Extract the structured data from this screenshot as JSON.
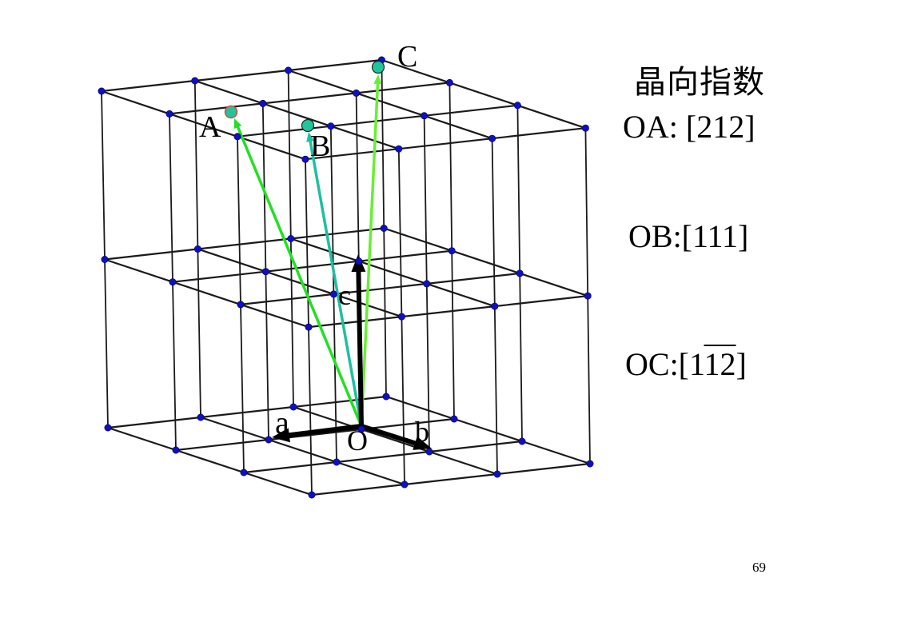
{
  "slide": {
    "title": "晶向指数",
    "page_number": "69"
  },
  "directions": [
    {
      "name": "OA",
      "prefix": "OA: [",
      "digits": [
        {
          "d": "2",
          "bar": false
        },
        {
          "d": "1",
          "bar": false
        },
        {
          "d": "2",
          "bar": false
        }
      ],
      "suffix": "]"
    },
    {
      "name": "OB",
      "prefix": "OB:[",
      "digits": [
        {
          "d": "1",
          "bar": false
        },
        {
          "d": "1",
          "bar": false
        },
        {
          "d": "1",
          "bar": false
        }
      ],
      "suffix": "]"
    },
    {
      "name": "OC",
      "prefix": "OC:[",
      "digits": [
        {
          "d": "1",
          "bar": false
        },
        {
          "d": "1",
          "bar": true
        },
        {
          "d": "2",
          "bar": true
        }
      ],
      "suffix": "]"
    }
  ],
  "diagram": {
    "labels": {
      "A": "A",
      "B": "B",
      "C": "C",
      "O": "O",
      "axis_a": "a",
      "axis_b": "b",
      "axis_c": "c"
    },
    "colors": {
      "grid_line": "#1a1a1a",
      "lattice_node": "#1010c0",
      "vector_OA": "#22e022",
      "vector_OB": "#1fbfa0",
      "vector_OC": "#66f033",
      "endpoint_fill": "#22c49a",
      "endpoint_A_outline": "#e04040",
      "axis_arrow": "#000000"
    },
    "grid": {
      "nx": 4,
      "ny": 4,
      "nz": 3
    }
  }
}
